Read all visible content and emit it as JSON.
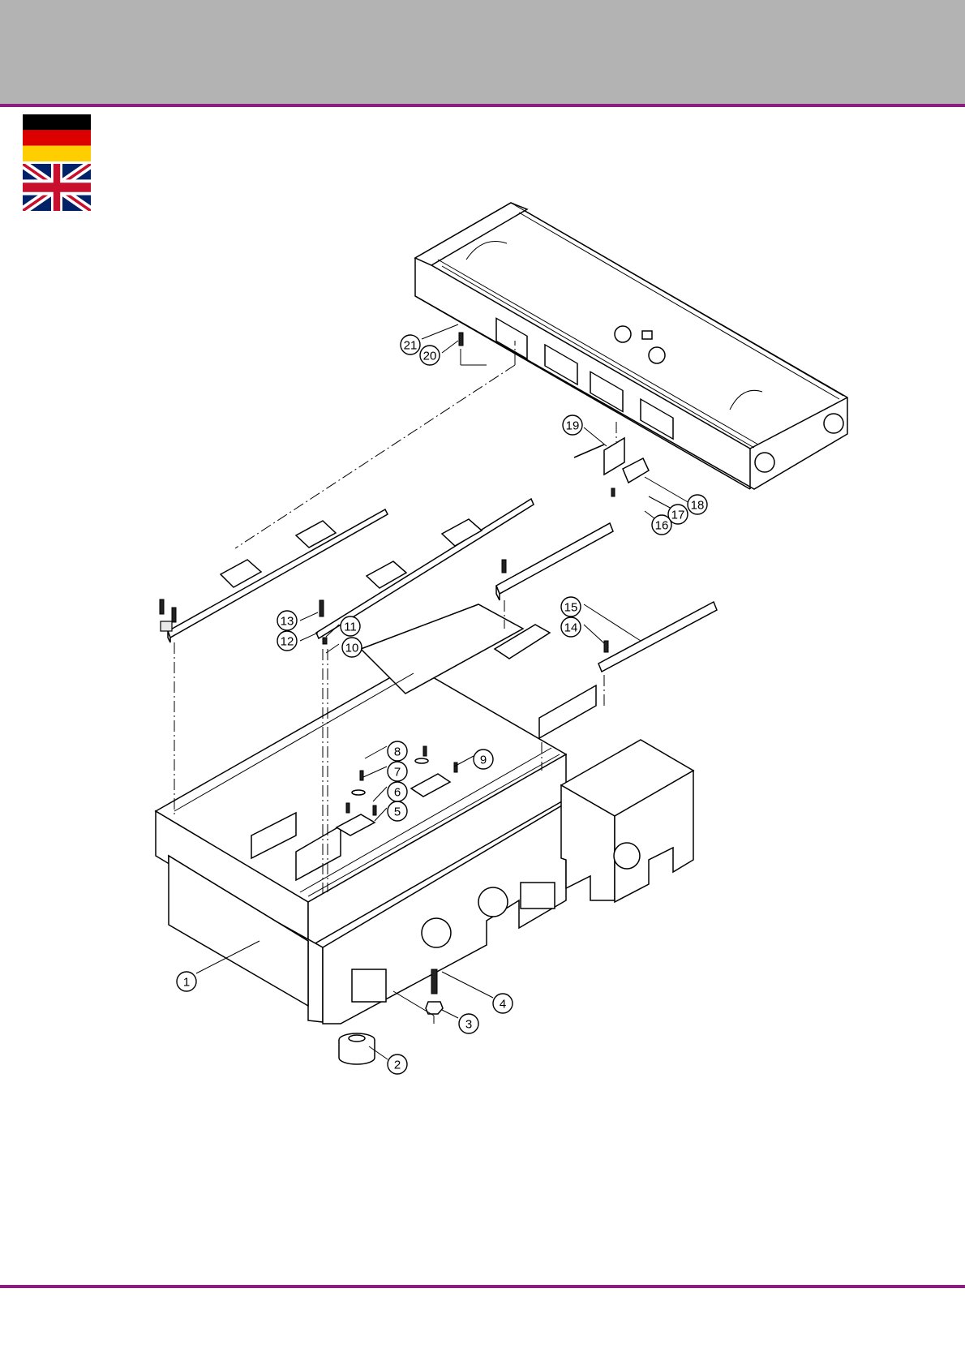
{
  "colors": {
    "header_band": "#b3b3b3",
    "rule": "#8a1f7e",
    "flag_de": [
      "#000000",
      "#dd0000",
      "#ffce00"
    ],
    "flag_uk": [
      "#012169",
      "#ffffff",
      "#c8102e"
    ]
  },
  "flags": [
    {
      "name": "flag-germany-icon"
    },
    {
      "name": "flag-uk-icon"
    }
  ],
  "callouts": [
    "1",
    "2",
    "3",
    "4",
    "5",
    "6",
    "7",
    "8",
    "9",
    "10",
    "11",
    "12",
    "13",
    "14",
    "15",
    "16",
    "17",
    "18",
    "19",
    "20",
    "21"
  ]
}
